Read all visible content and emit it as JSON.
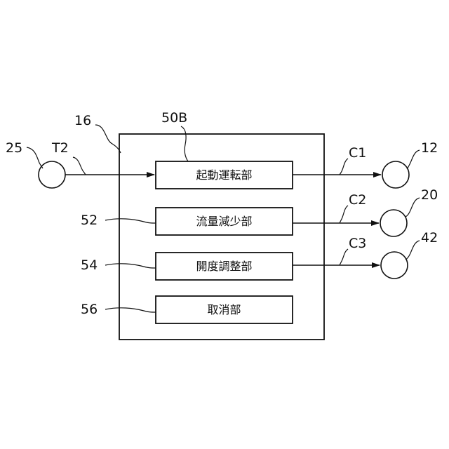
{
  "controller": {
    "ref": "16",
    "label_ref": "50B"
  },
  "blocks": [
    {
      "ref": "50B",
      "label": "起動運転部"
    },
    {
      "ref": "52",
      "label": "流量減少部"
    },
    {
      "ref": "54",
      "label": "開度調整部"
    },
    {
      "ref": "56",
      "label": "取消部"
    }
  ],
  "input": {
    "ref": "25",
    "signal": "T2"
  },
  "outputs": [
    {
      "signal": "C1",
      "ref": "12"
    },
    {
      "signal": "C2",
      "ref": "20"
    },
    {
      "signal": "C3",
      "ref": "42"
    }
  ]
}
